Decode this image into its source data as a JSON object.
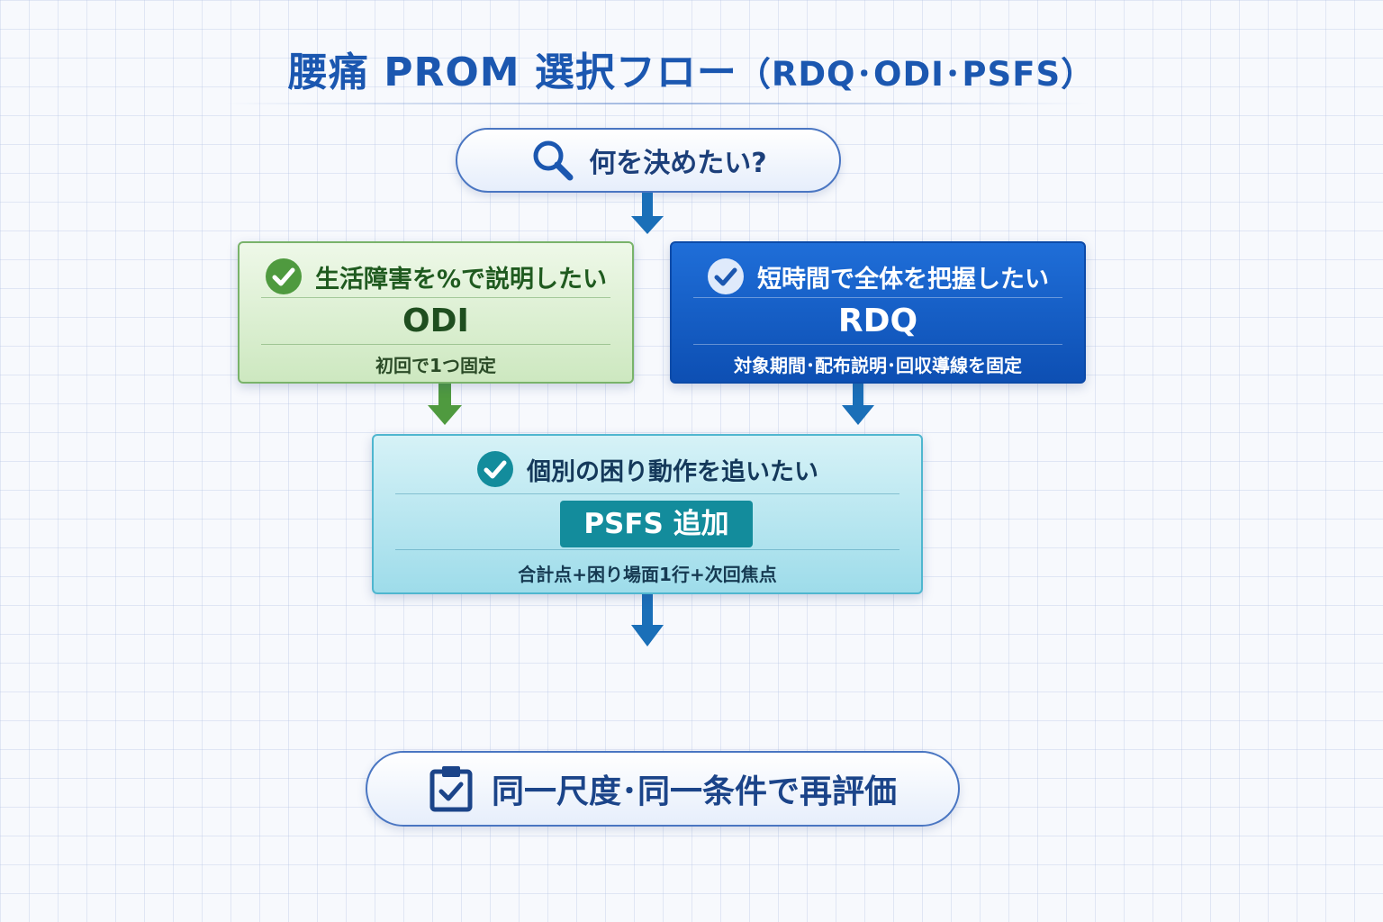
{
  "title": {
    "main": "腰痛 PROM 選択フロー",
    "sub": "（RDQ･ODI･PSFS）"
  },
  "question": {
    "icon": "search-icon",
    "label": "何を決めたい?"
  },
  "options": {
    "odi": {
      "heading": "生活障害を%で説明したい",
      "tool": "ODI",
      "note": "初回で1つ固定",
      "icon": "check-circle-icon",
      "color": "#4f9a3f"
    },
    "rdq": {
      "heading": "短時間で全体を把握したい",
      "tool": "RDQ",
      "note": "対象期間･配布説明･回収導線を固定",
      "icon": "check-circle-icon",
      "color": "#0d4fb3"
    },
    "psfs": {
      "heading": "個別の困り動作を追いたい",
      "tool": "PSFS 追加",
      "note": "合計点+困り場面1行+次回焦点",
      "icon": "check-circle-icon",
      "color": "#138c9c"
    }
  },
  "outcome": {
    "icon": "clipboard-check-icon",
    "label": "同一尺度･同一条件で再評価"
  },
  "colors": {
    "title": "#1b57b0",
    "arrow_blue": "#1a6fb8",
    "arrow_green": "#4f9a3f"
  }
}
